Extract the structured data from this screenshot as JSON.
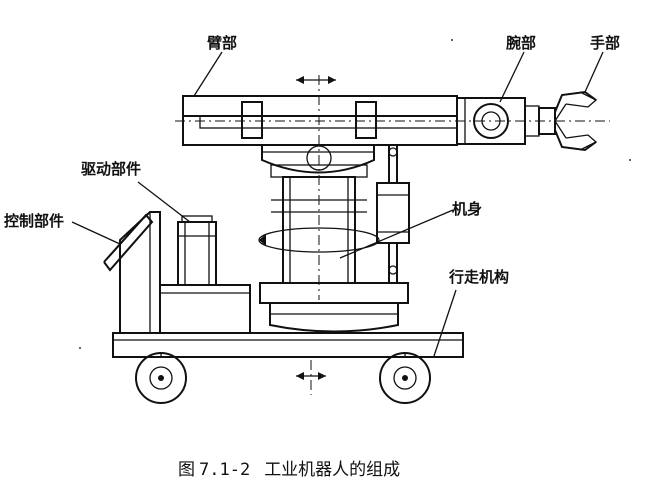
{
  "labels": {
    "arm": "臂部",
    "wrist": "腕部",
    "hand": "手部",
    "drive": "驱动部件",
    "control": "控制部件",
    "body": "机身",
    "travel": "行走机构"
  },
  "caption": {
    "prefix": "图",
    "number": "7.1-2",
    "title": "工业机器人的组成"
  }
}
